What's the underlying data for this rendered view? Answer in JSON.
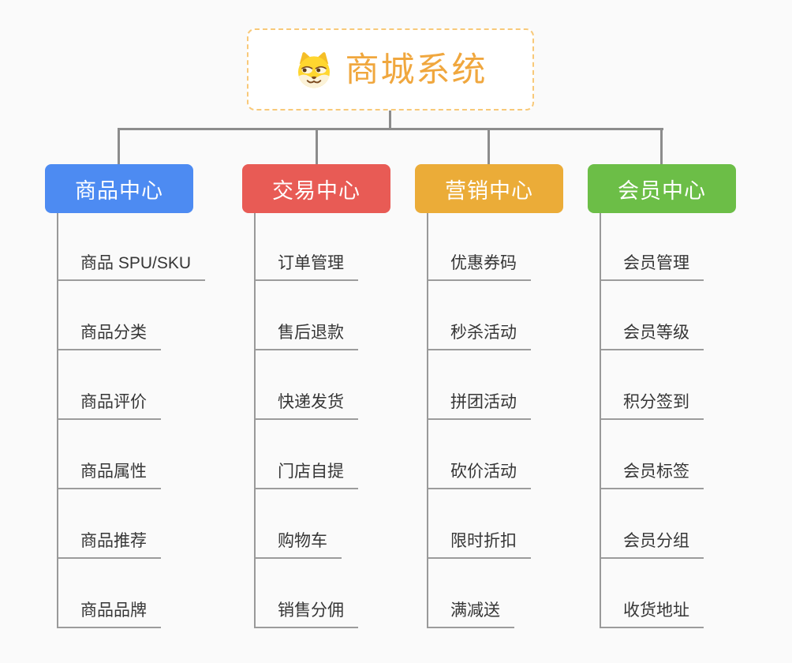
{
  "app": {
    "type": "mindmap",
    "background": "#fafafa",
    "connector_color": "#8c8c8c"
  },
  "root": {
    "title": "商城系统",
    "icon": "doge-icon",
    "title_color": "#f0a73e",
    "border_color": "#f8c979"
  },
  "branches": [
    {
      "label": "商品中心",
      "color": "#4d8bf2",
      "items": [
        "商品 SPU/SKU",
        "商品分类",
        "商品评价",
        "商品属性",
        "商品推荐",
        "商品品牌"
      ]
    },
    {
      "label": "交易中心",
      "color": "#e85b55",
      "items": [
        "订单管理",
        "售后退款",
        "快递发货",
        "门店自提",
        "购物车",
        "销售分佣"
      ]
    },
    {
      "label": "营销中心",
      "color": "#ebac38",
      "items": [
        "优惠券码",
        "秒杀活动",
        "拼团活动",
        "砍价活动",
        "限时折扣",
        "满减送"
      ]
    },
    {
      "label": "会员中心",
      "color": "#6cbe47",
      "items": [
        "会员管理",
        "会员等级",
        "积分签到",
        "会员标签",
        "会员分组",
        "收货地址"
      ]
    }
  ]
}
